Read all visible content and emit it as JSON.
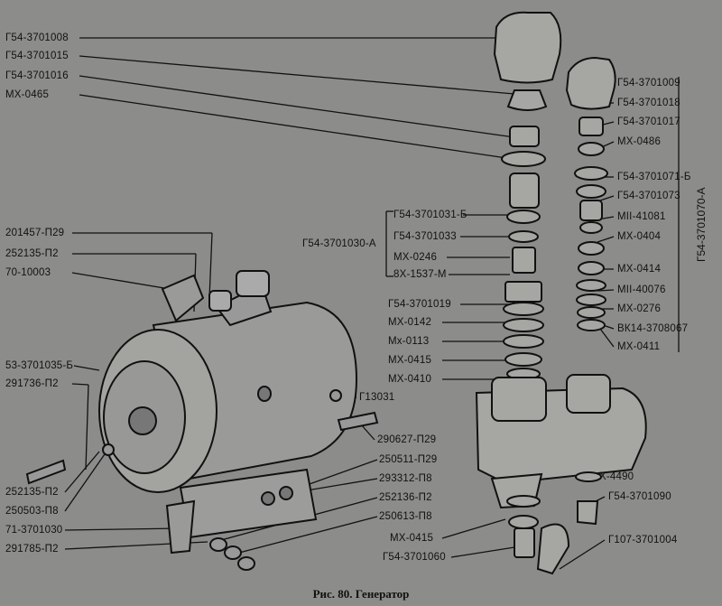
{
  "caption": "Рис. 80. Генератор",
  "group_label": "Г54-3701070-А",
  "left_labels": [
    "Г54-3701008",
    "Г54-3701015",
    "Г54-3701016",
    "МХ-0465",
    "201457-П29",
    "252135-П2",
    "70-10003",
    "53-3701035-Б",
    "291736-П2",
    "252135-П2",
    "250503-П8",
    "71-3701030",
    "291785-П2"
  ],
  "mid_labels": [
    "Г54-3701031-Б",
    "Г54-3701033",
    "МХ-0246",
    "8Х-1537-М",
    "Г54-3701019",
    "МХ-0142",
    "Мх-0113",
    "МХ-0415",
    "МХ-0410",
    "Г13031",
    "290627-П29",
    "250511-П29",
    "293312-П8",
    "252136-П2",
    "250613-П8",
    "МХ-0415",
    "Г54-3701060"
  ],
  "assembly_label": "Г54-3701030-А",
  "right_labels": [
    "Г54-3701009",
    "Г54-3701018",
    "Г54-3701017",
    "МХ-0486",
    "Г54-3701071-Б",
    "Г54-3701073",
    "МII-41081",
    "МХ-0404",
    "МХ-0414",
    "МII-40076",
    "МХ-0276",
    "ВК14-3708067",
    "МХ-0411",
    "Х-4490",
    "Г54-3701090",
    "Г107-3701004"
  ]
}
